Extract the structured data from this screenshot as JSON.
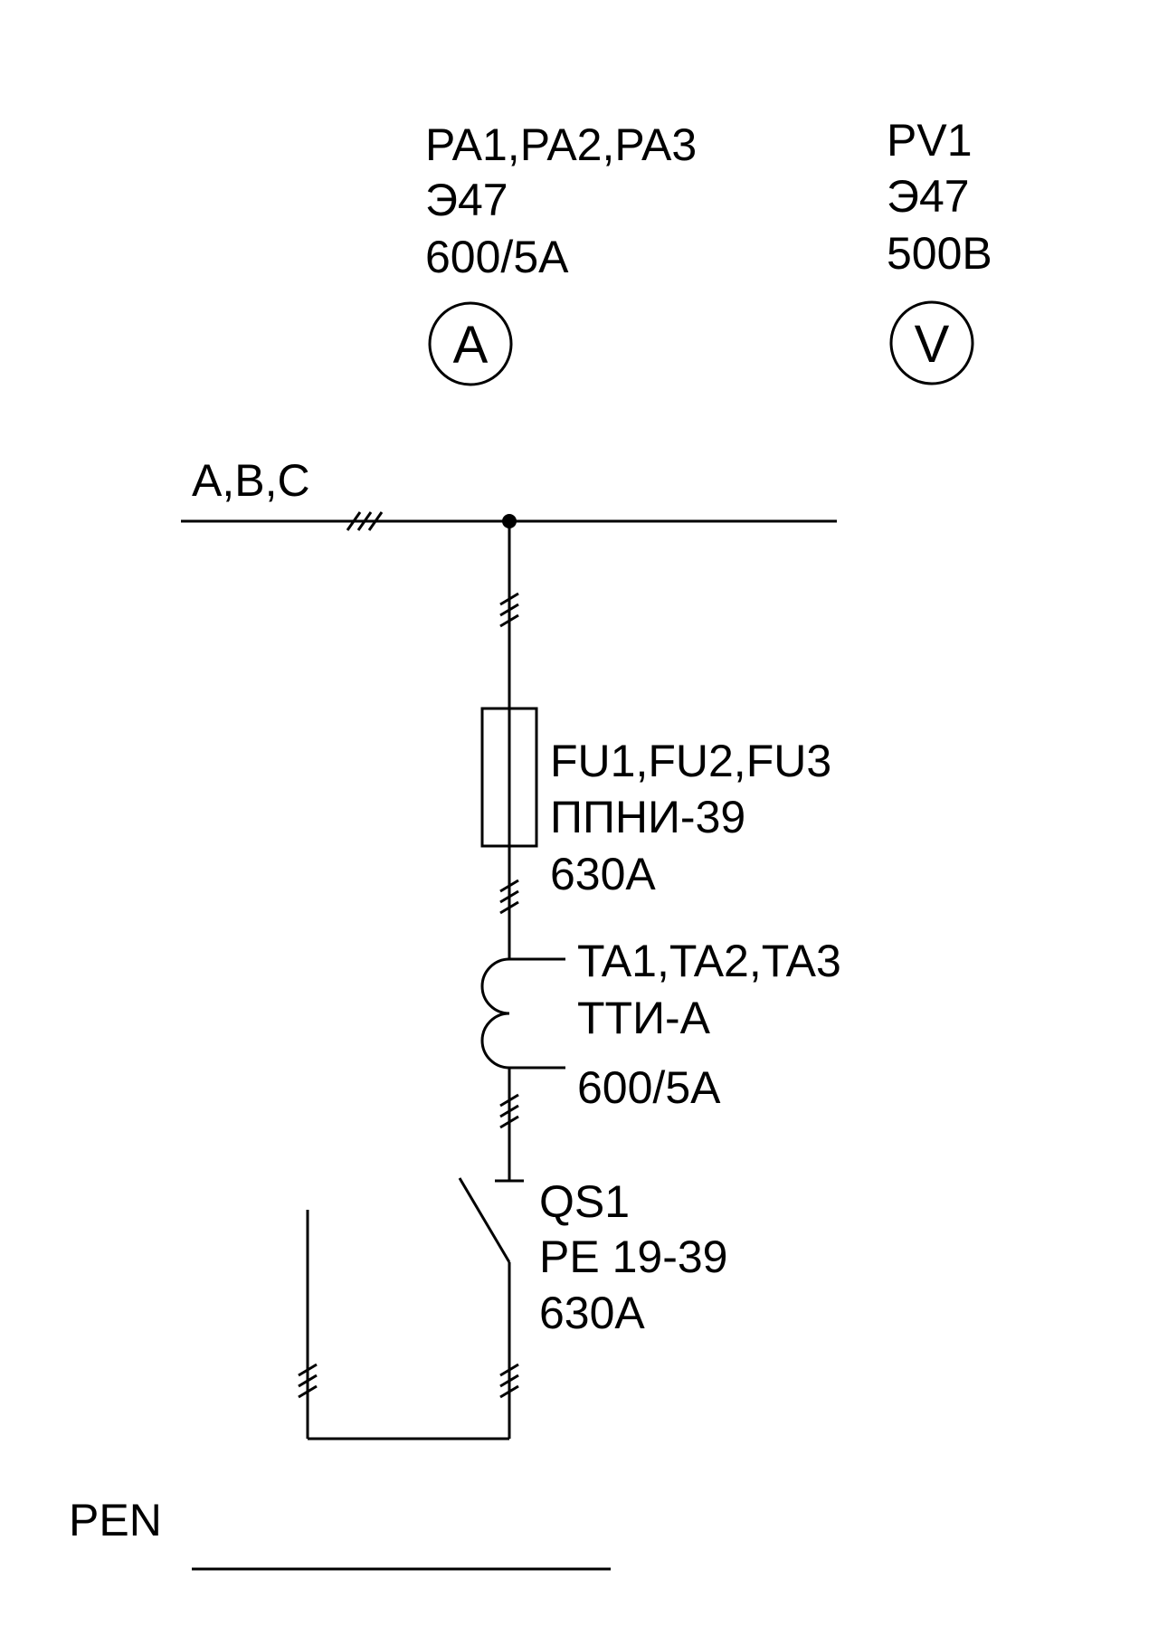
{
  "ammeter": {
    "designation": "PA1,PA2,PA3",
    "type": "Э47",
    "rating": "600/5А",
    "symbol": "A"
  },
  "voltmeter": {
    "designation": "PV1",
    "type": "Э47",
    "rating": "500В",
    "symbol": "V"
  },
  "bus": {
    "label": "A,B,C"
  },
  "fuse": {
    "designation": "FU1,FU2,FU3",
    "type": "ППНИ-39",
    "rating": "630А"
  },
  "current_transformer": {
    "designation": "TA1,TA2,TA3",
    "type": "ТТИ-А",
    "rating": "600/5А"
  },
  "switch": {
    "designation": "QS1",
    "type": "РЕ 19-39",
    "rating": "630А"
  },
  "pen": {
    "label": "PEN"
  }
}
